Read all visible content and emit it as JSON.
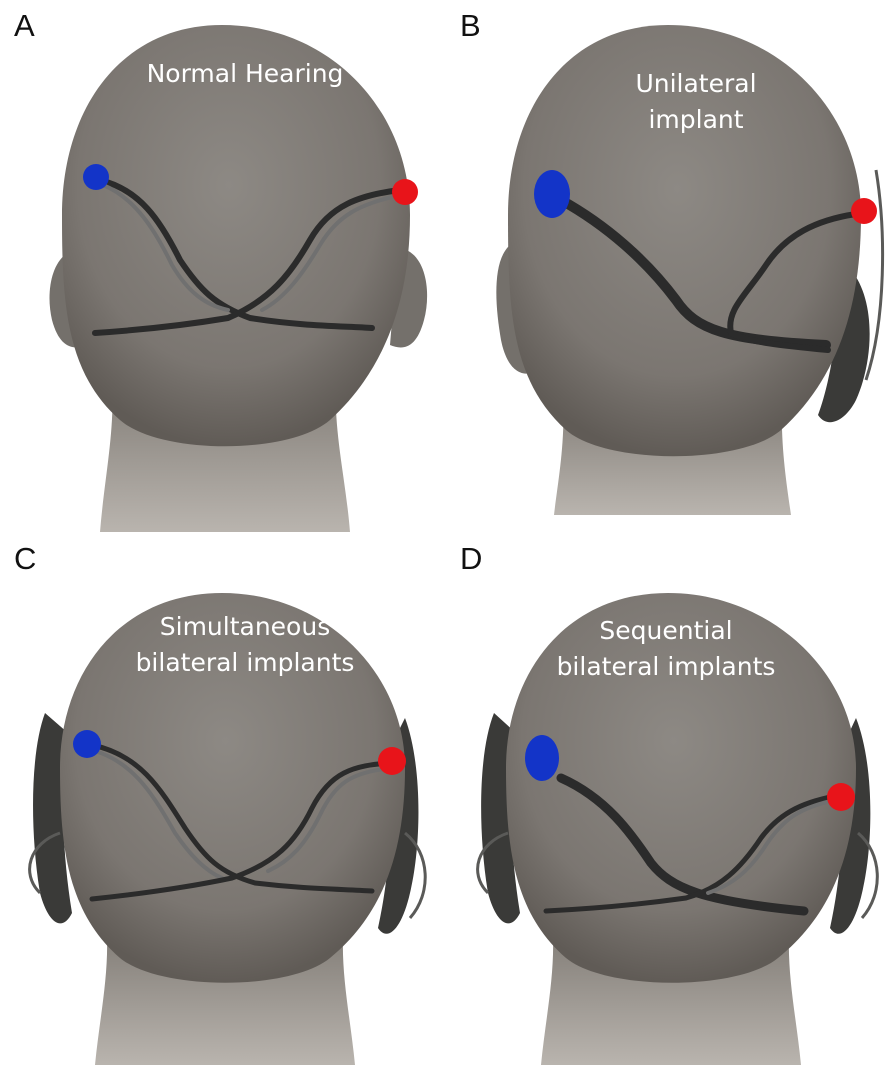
{
  "panels": [
    {
      "letter": "A",
      "caption_lines": [
        "Normal Hearing"
      ]
    },
    {
      "letter": "B",
      "caption_lines": [
        "Unilateral",
        "implant"
      ]
    },
    {
      "letter": "C",
      "caption_lines": [
        "Simultaneous",
        "bilateral implants"
      ]
    },
    {
      "letter": "D",
      "caption_lines": [
        "Sequential",
        "bilateral implants"
      ]
    }
  ],
  "colors": {
    "left_ear_dot": "#1334c8",
    "right_ear_dot": "#e8141a",
    "head": "#7f7a75",
    "pathway": "#2b2b2b",
    "pathway_light": "#6e6e6e",
    "device": "#3a3a38"
  }
}
